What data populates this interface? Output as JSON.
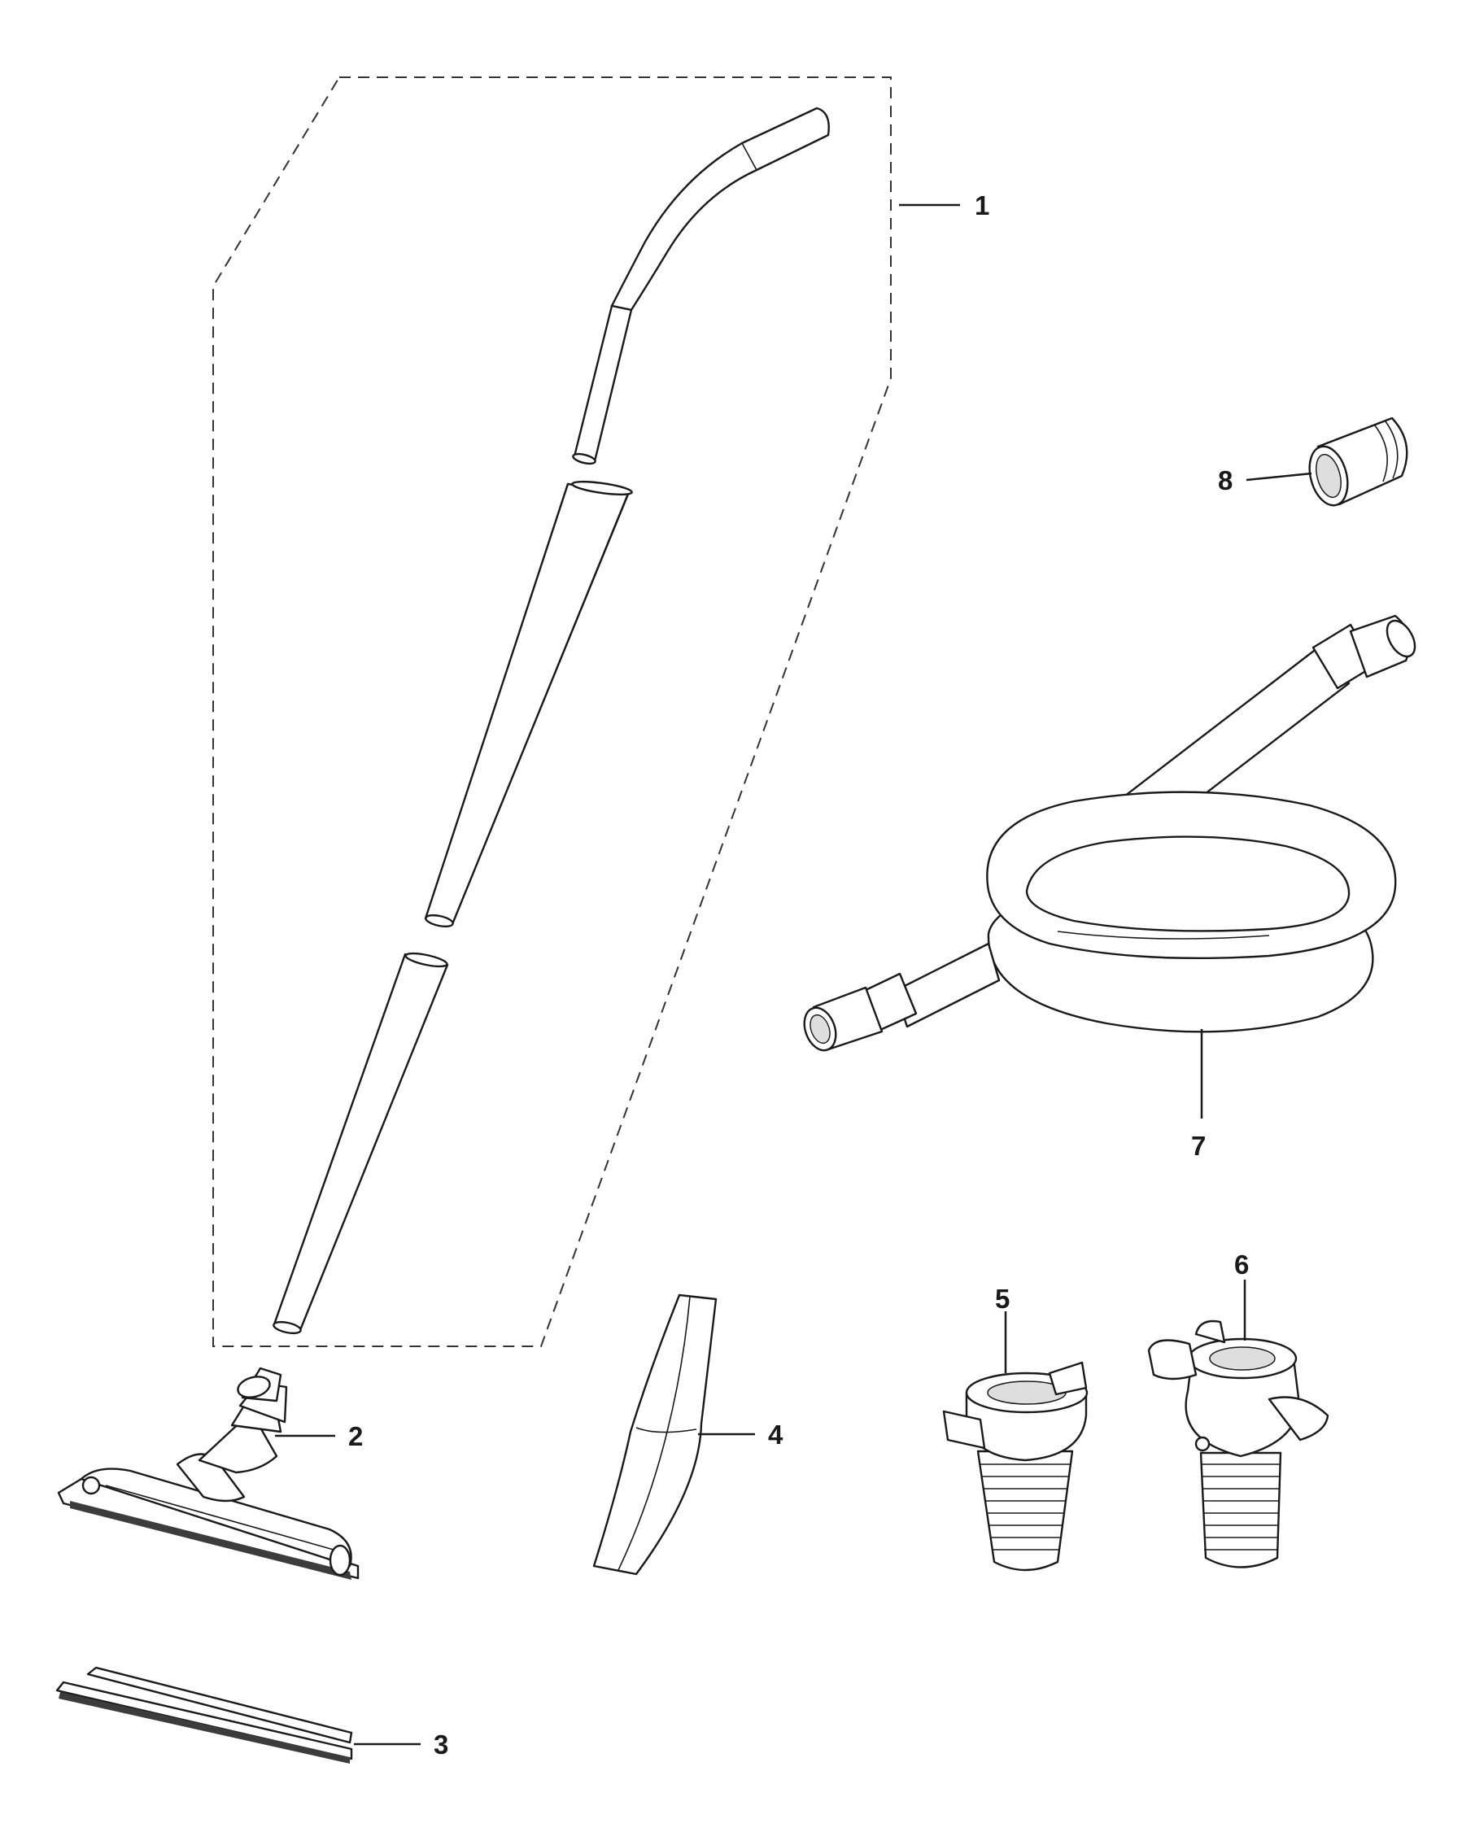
{
  "callouts": [
    {
      "id": "1",
      "label": "1"
    },
    {
      "id": "2",
      "label": "2"
    },
    {
      "id": "3",
      "label": "3"
    },
    {
      "id": "4",
      "label": "4"
    },
    {
      "id": "5",
      "label": "5"
    },
    {
      "id": "6",
      "label": "6"
    },
    {
      "id": "7",
      "label": "7"
    },
    {
      "id": "8",
      "label": "8"
    }
  ],
  "colors": {
    "ink": "#1a1a1a",
    "background": "#ffffff"
  }
}
